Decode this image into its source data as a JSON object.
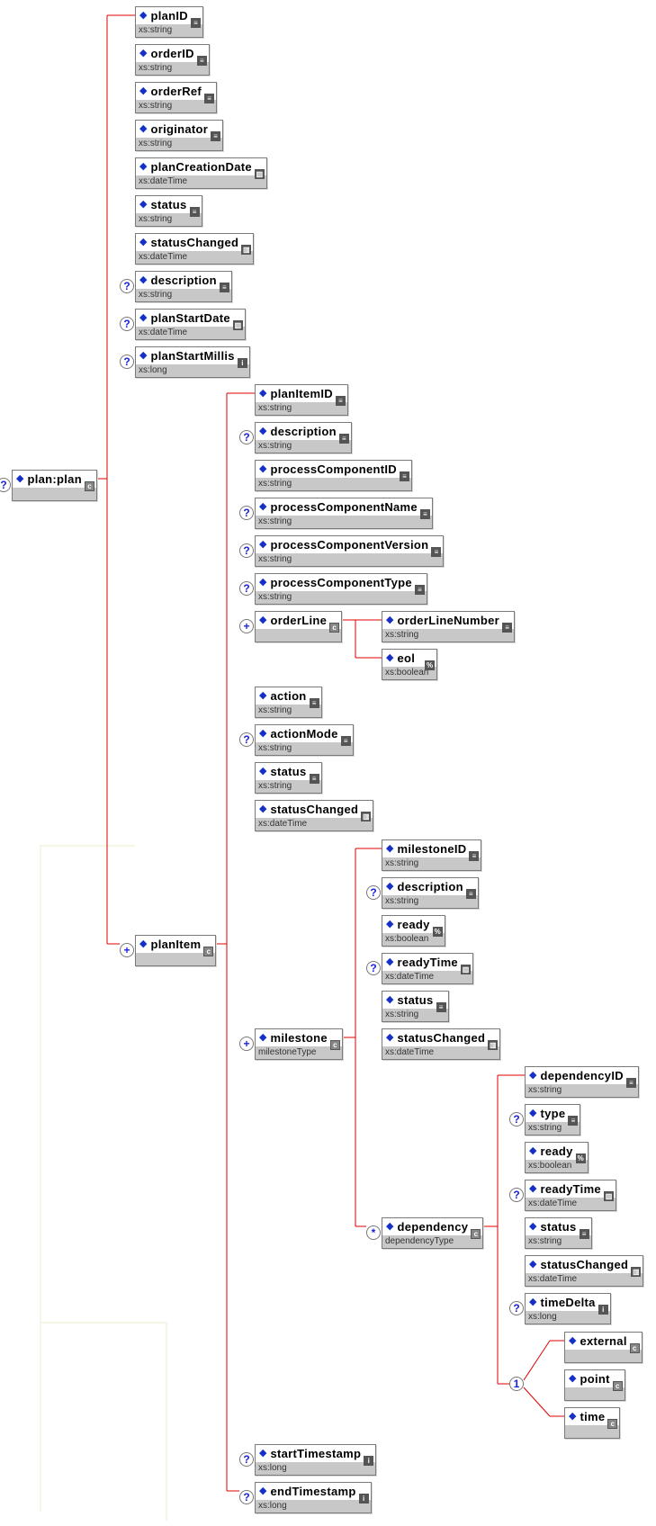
{
  "root": {
    "id": "plan",
    "name": "plan:plan",
    "type": "",
    "occ": "?",
    "icon": "complex"
  },
  "nodes": [
    {
      "id": "planID",
      "name": "planID",
      "type": "xs:string",
      "occ": "",
      "icon": "string"
    },
    {
      "id": "orderID",
      "name": "orderID",
      "type": "xs:string",
      "occ": "",
      "icon": "string"
    },
    {
      "id": "orderRef",
      "name": "orderRef",
      "type": "xs:string",
      "occ": "",
      "icon": "string"
    },
    {
      "id": "originator",
      "name": "originator",
      "type": "xs:string",
      "occ": "",
      "icon": "string"
    },
    {
      "id": "planCreationDate",
      "name": "planCreationDate",
      "type": "xs:dateTime",
      "occ": "",
      "icon": "datetime"
    },
    {
      "id": "status1",
      "name": "status",
      "type": "xs:string",
      "occ": "",
      "icon": "string"
    },
    {
      "id": "statusChanged1",
      "name": "statusChanged",
      "type": "xs:dateTime",
      "occ": "",
      "icon": "datetime"
    },
    {
      "id": "description1",
      "name": "description",
      "type": "xs:string",
      "occ": "?",
      "icon": "string"
    },
    {
      "id": "planStartDate",
      "name": "planStartDate",
      "type": "xs:dateTime",
      "occ": "?",
      "icon": "datetime"
    },
    {
      "id": "planStartMillis",
      "name": "planStartMillis",
      "type": "xs:long",
      "occ": "?",
      "icon": "long"
    },
    {
      "id": "planItem",
      "name": "planItem",
      "type": "",
      "occ": "+",
      "icon": "complex"
    },
    {
      "id": "planItemID",
      "name": "planItemID",
      "type": "xs:string",
      "occ": "",
      "icon": "string"
    },
    {
      "id": "description2",
      "name": "description",
      "type": "xs:string",
      "occ": "?",
      "icon": "string"
    },
    {
      "id": "processComponentID",
      "name": "processComponentID",
      "type": "xs:string",
      "occ": "",
      "icon": "string"
    },
    {
      "id": "processComponentName",
      "name": "processComponentName",
      "type": "xs:string",
      "occ": "?",
      "icon": "string"
    },
    {
      "id": "processComponentVersion",
      "name": "processComponentVersion",
      "type": "xs:string",
      "occ": "?",
      "icon": "string"
    },
    {
      "id": "processComponentType",
      "name": "processComponentType",
      "type": "xs:string",
      "occ": "?",
      "icon": "string"
    },
    {
      "id": "orderLine",
      "name": "orderLine",
      "type": "",
      "occ": "+",
      "icon": "complex"
    },
    {
      "id": "orderLineNumber",
      "name": "orderLineNumber",
      "type": "xs:string",
      "occ": "",
      "icon": "string"
    },
    {
      "id": "eol",
      "name": "eol",
      "type": "xs:boolean",
      "occ": "",
      "icon": "boolean"
    },
    {
      "id": "action",
      "name": "action",
      "type": "xs:string",
      "occ": "",
      "icon": "string"
    },
    {
      "id": "actionMode",
      "name": "actionMode",
      "type": "xs:string",
      "occ": "?",
      "icon": "string"
    },
    {
      "id": "status2",
      "name": "status",
      "type": "xs:string",
      "occ": "",
      "icon": "string"
    },
    {
      "id": "statusChanged2",
      "name": "statusChanged",
      "type": "xs:dateTime",
      "occ": "",
      "icon": "datetime"
    },
    {
      "id": "milestone",
      "name": "milestone",
      "type": "milestoneType",
      "occ": "+",
      "icon": "complex"
    },
    {
      "id": "milestoneID",
      "name": "milestoneID",
      "type": "xs:string",
      "occ": "",
      "icon": "string"
    },
    {
      "id": "description3",
      "name": "description",
      "type": "xs:string",
      "occ": "?",
      "icon": "string"
    },
    {
      "id": "ready1",
      "name": "ready",
      "type": "xs:boolean",
      "occ": "",
      "icon": "boolean"
    },
    {
      "id": "readyTime1",
      "name": "readyTime",
      "type": "xs:dateTime",
      "occ": "?",
      "icon": "datetime"
    },
    {
      "id": "status3",
      "name": "status",
      "type": "xs:string",
      "occ": "",
      "icon": "string"
    },
    {
      "id": "statusChanged3",
      "name": "statusChanged",
      "type": "xs:dateTime",
      "occ": "",
      "icon": "datetime"
    },
    {
      "id": "dependency",
      "name": "dependency",
      "type": "dependencyType",
      "occ": "*",
      "icon": "complex"
    },
    {
      "id": "dependencyID",
      "name": "dependencyID",
      "type": "xs:string",
      "occ": "",
      "icon": "string"
    },
    {
      "id": "type",
      "name": "type",
      "type": "xs:string",
      "occ": "?",
      "icon": "string"
    },
    {
      "id": "ready2",
      "name": "ready",
      "type": "xs:boolean",
      "occ": "",
      "icon": "boolean"
    },
    {
      "id": "readyTime2",
      "name": "readyTime",
      "type": "xs:dateTime",
      "occ": "?",
      "icon": "datetime"
    },
    {
      "id": "status4",
      "name": "status",
      "type": "xs:string",
      "occ": "",
      "icon": "string"
    },
    {
      "id": "statusChanged4",
      "name": "statusChanged",
      "type": "xs:dateTime",
      "occ": "",
      "icon": "datetime"
    },
    {
      "id": "timeDelta",
      "name": "timeDelta",
      "type": "xs:long",
      "occ": "?",
      "icon": "long"
    },
    {
      "id": "external",
      "name": "external",
      "type": "",
      "occ": "",
      "icon": "complex"
    },
    {
      "id": "point",
      "name": "point",
      "type": "",
      "occ": "",
      "icon": "complex"
    },
    {
      "id": "time",
      "name": "time",
      "type": "",
      "occ": "",
      "icon": "complex"
    },
    {
      "id": "startTimestamp",
      "name": "startTimestamp",
      "type": "xs:long",
      "occ": "?",
      "icon": "long"
    },
    {
      "id": "endTimestamp",
      "name": "endTimestamp",
      "type": "xs:long",
      "occ": "?",
      "icon": "long"
    }
  ],
  "choice_label": "1",
  "colors": {
    "connector": "#e00000",
    "occurrence": "#1a22e0",
    "diamond": "#1530c8",
    "type_bg": "#c8c8c8"
  }
}
